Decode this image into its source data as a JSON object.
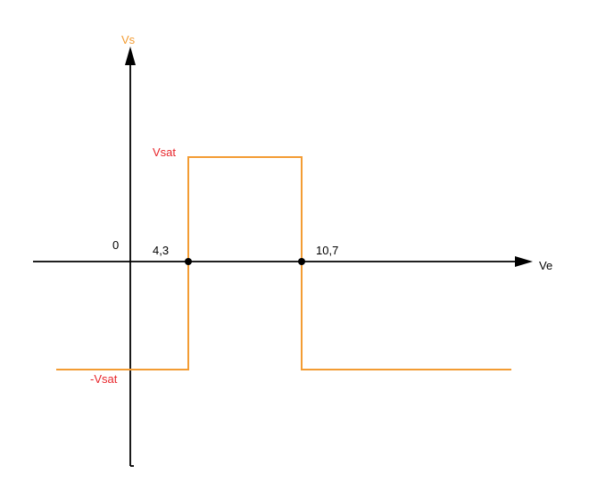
{
  "diagram": {
    "type": "transfer-characteristic",
    "axes": {
      "y_label": "Vs",
      "x_label": "Ve",
      "origin_label": "0"
    },
    "thresholds": [
      {
        "label": "4,3"
      },
      {
        "label": "10,7"
      }
    ],
    "levels": {
      "high_label": "Vsat",
      "low_label": "-Vsat"
    },
    "colors": {
      "axis": "#000000",
      "curve": "#f39c33",
      "level_label": "#e8262b",
      "axis_label": "#f39c33",
      "text": "#000000"
    }
  }
}
